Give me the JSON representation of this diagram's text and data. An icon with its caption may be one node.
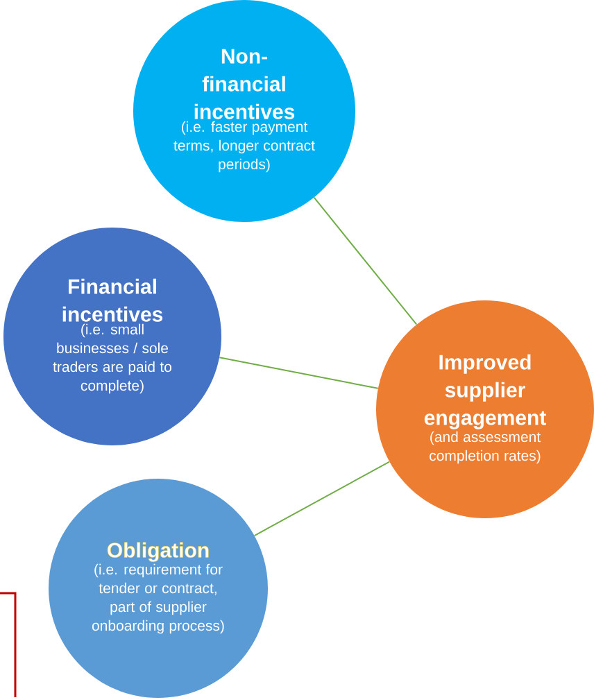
{
  "diagram": {
    "nodes": [
      {
        "text": [
          "Non-financial incentives",
          "(i.e. faster payment terms, longer contract periods)"
        ]
      },
      {
        "text": [
          "Financial incentives",
          "(i.e. small businesses / sole traders are paid to complete)"
        ]
      },
      {
        "text": [
          "Improved supplier engagement",
          "(and assessment completion rates)"
        ]
      },
      {
        "text": [
          "Obligation",
          "(i.e. requirement for tender or contract, part of supplier onboarding process)"
        ]
      }
    ],
    "edges": [
      {
        "from": 0,
        "to": 2,
        "arrow": "none"
      },
      {
        "from": 1,
        "to": 2,
        "arrow": "none"
      },
      {
        "from": 3,
        "to": 2,
        "arrow": "none"
      }
    ]
  }
}
